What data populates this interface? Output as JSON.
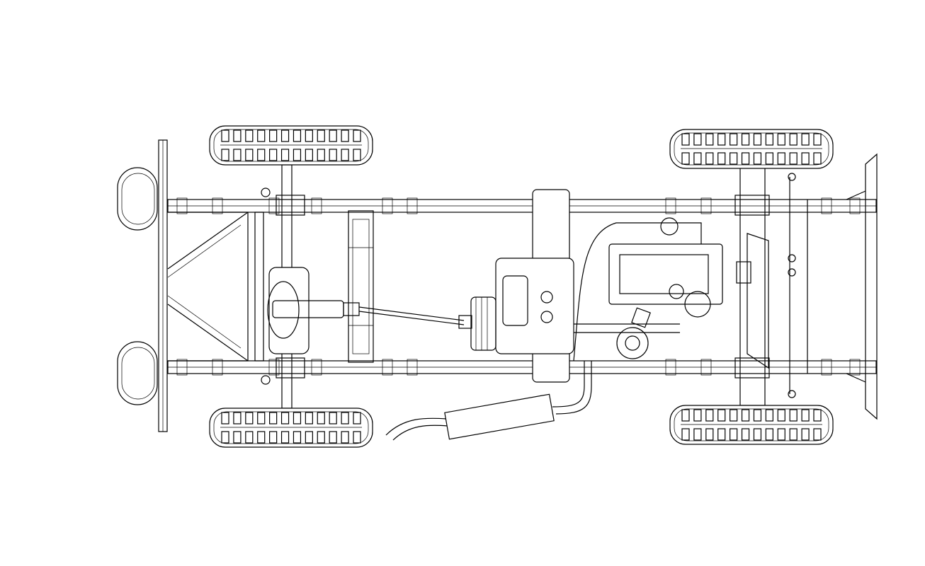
{
  "drawing": {
    "view": "top",
    "colors": {
      "background": "#ffffff",
      "line": "#000000"
    },
    "wheels": [
      {
        "position": "rear-left",
        "tread_blocks": 12
      },
      {
        "position": "rear-right",
        "tread_blocks": 12
      },
      {
        "position": "front-left",
        "tread_blocks": 12
      },
      {
        "position": "front-right",
        "tread_blocks": 12
      }
    ]
  }
}
